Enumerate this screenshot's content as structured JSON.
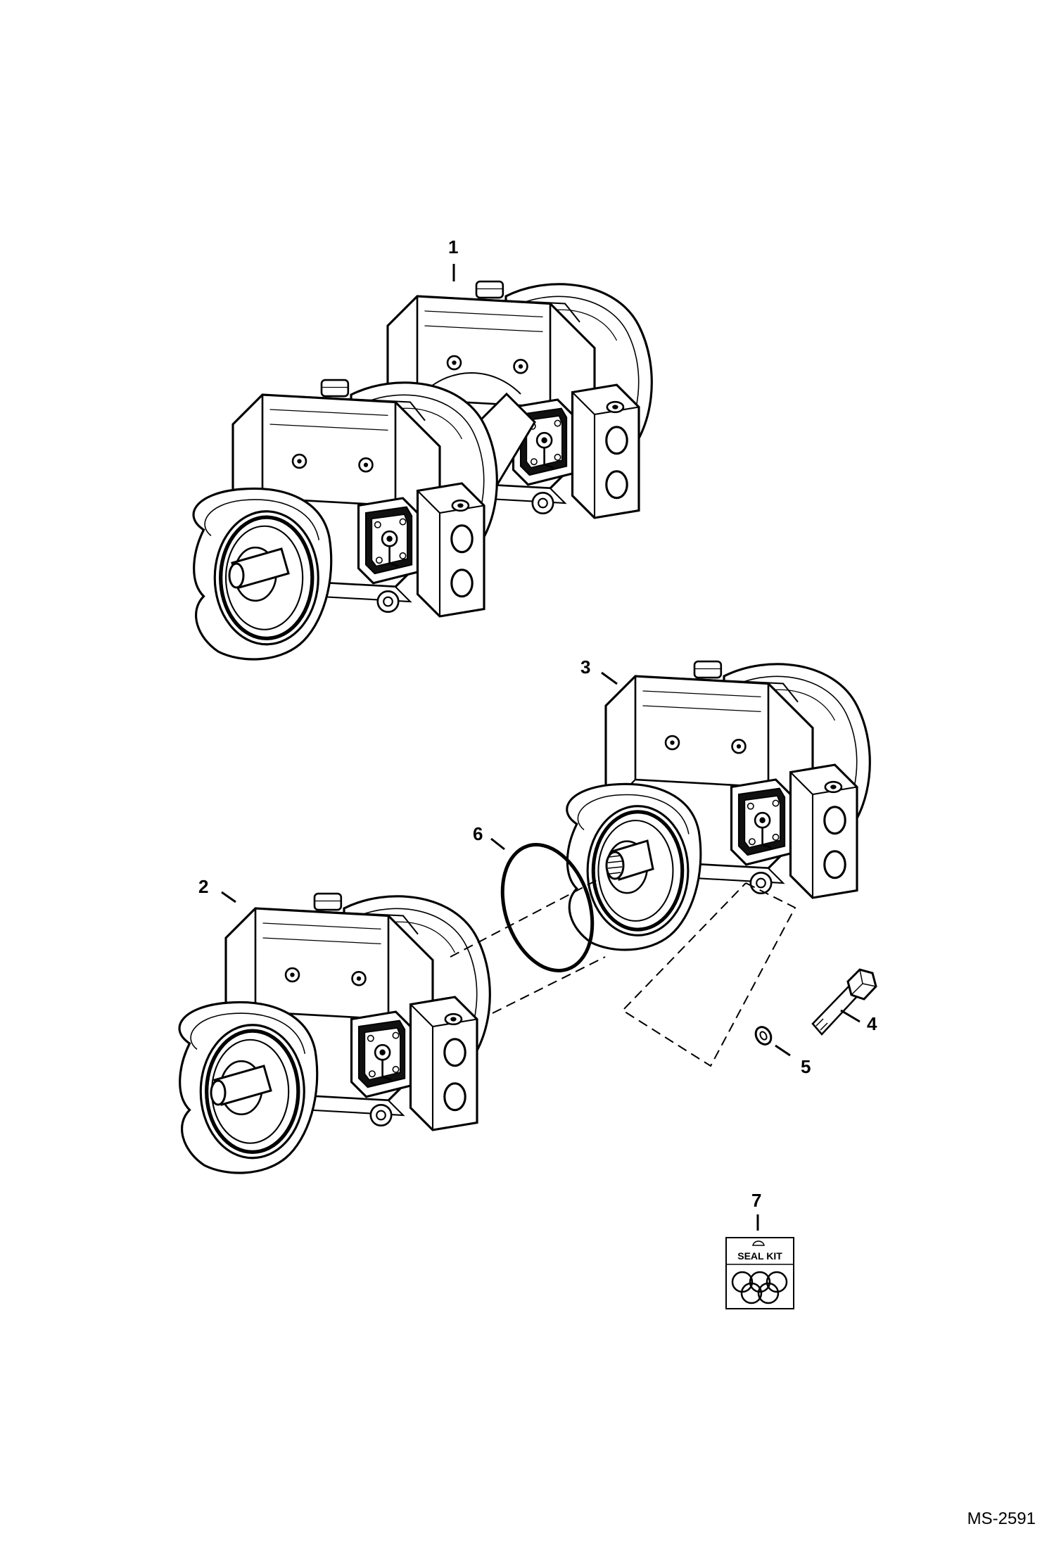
{
  "callouts": {
    "c1": "1",
    "c2": "2",
    "c3": "3",
    "c4": "4",
    "c5": "5",
    "c6": "6",
    "c7": "7"
  },
  "seal_kit": {
    "label": "SEAL KIT"
  },
  "sheet_id": "MS-2591",
  "colors": {
    "line": "#000000",
    "fill": "#ffffff",
    "shade": "#1a1a1a"
  },
  "icons": [
    "tandem-pump-icon",
    "single-pump-icon",
    "o-ring-icon",
    "bolt-icon",
    "washer-icon",
    "seal-kit-icon"
  ]
}
